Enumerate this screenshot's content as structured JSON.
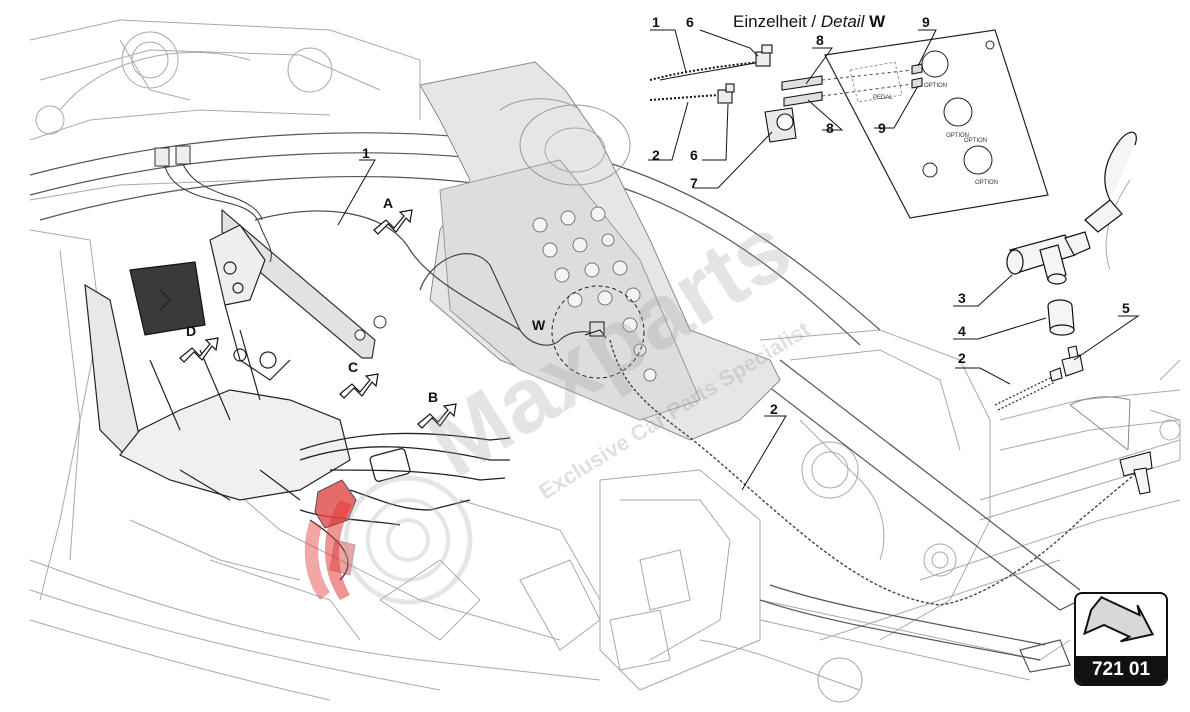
{
  "detail_title": {
    "prefix": "Einzelheit / ",
    "italic": "Detail",
    "letter": "W"
  },
  "callouts": {
    "c1_top": "1",
    "c2_left": "2",
    "c6_top": "6",
    "c6_bottom": "6",
    "c7": "7",
    "c8_top": "8",
    "c8_bottom": "8",
    "c9_top": "9",
    "c9_bottom": "9",
    "c1_main": "1",
    "c2_main": "2",
    "c3": "3",
    "c4": "4",
    "c5": "5",
    "c2_right": "2"
  },
  "view_markers": {
    "a": "A",
    "b": "B",
    "c": "C",
    "d": "D",
    "w": "W"
  },
  "panel_labels": {
    "pedal": "PEDAL",
    "option1": "OPTION",
    "option2": "OPTION",
    "option3": "OPTION",
    "option4": "OPTION"
  },
  "watermark": {
    "brand": "Maxparts",
    "tagline": "Exclusive Car Parts Specialist"
  },
  "page_reference": {
    "code": "721 01"
  },
  "colors": {
    "line": "#1a1a1a",
    "light_line": "#9a9a9a",
    "tunnel_fill": "#e6e6e6",
    "watermark_red": "#e23a3a",
    "badge_bg": "#111111"
  }
}
